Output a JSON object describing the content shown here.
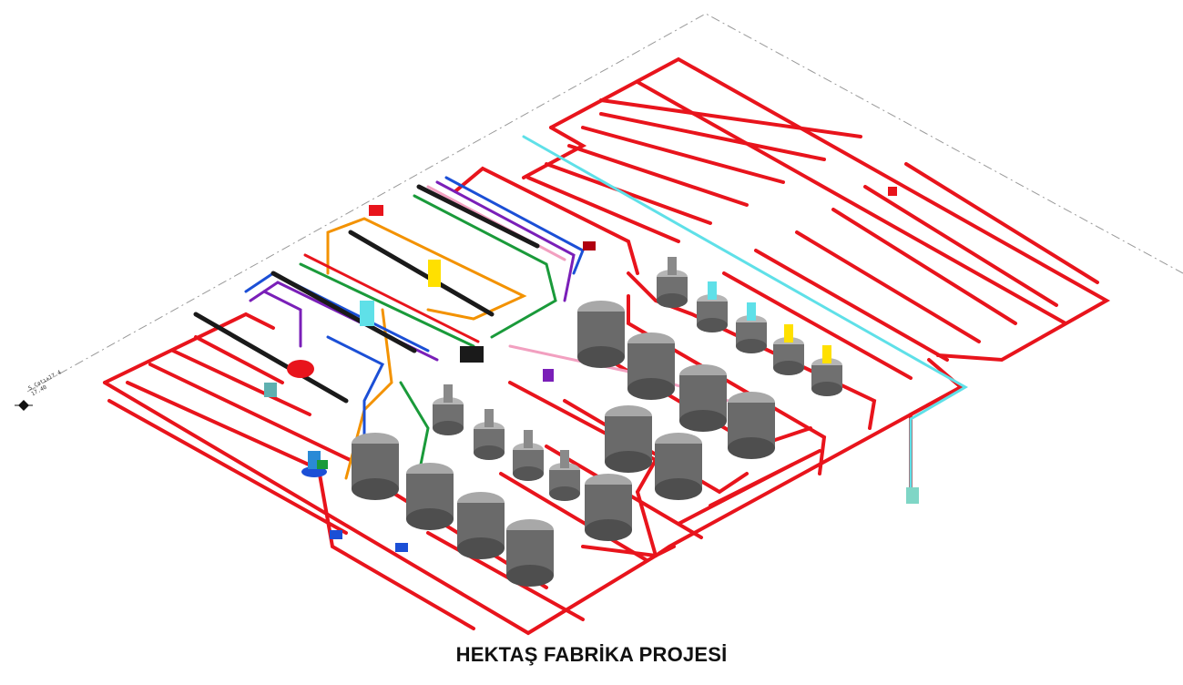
{
  "title": "HEKTAŞ FABRİKA PROJESİ",
  "level_marker": {
    "line1": "5_Çatı+17.4",
    "line2": "17.40"
  },
  "colors": {
    "fire_main": "#e8141c",
    "fire_dark": "#b00010",
    "tank_body": "#6a6a6a",
    "tank_light": "#a8a8a8",
    "cyan_line": "#5fe0e8",
    "orange": "#f39200",
    "blue": "#1b4fd6",
    "purple": "#7a1fb8",
    "green": "#1a9a3a",
    "pink": "#f2a0c0",
    "yellow": "#ffe000",
    "black": "#1a1a1a",
    "boundary": "#999999"
  },
  "icons": [
    "level-marker-icon",
    "pump-icon",
    "tank-icon",
    "reactor-icon",
    "valve-icon"
  ]
}
